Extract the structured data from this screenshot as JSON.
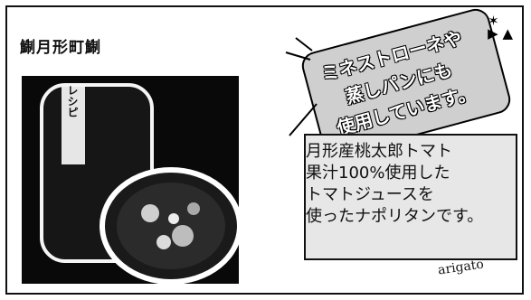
{
  "header": {
    "title": "鯯月形町鯯"
  },
  "callout": {
    "lines": "ミネストローネや\n蒸しパンにも\n使用しています。"
  },
  "note": {
    "lines": "月形産桃太郎トマト\n果汁100%使用した\nトマトジュースを\n使ったナポリタンです。"
  },
  "photo": {
    "label": "レシピ"
  },
  "signature": {
    "text": "arigato"
  },
  "icons": {
    "sparkle": "sparkle-icon",
    "triangles": "triangle-icon"
  },
  "colors": {
    "photo_bg": "#0b0b0b",
    "bubble_fill": "#cfcfcf",
    "note_fill": "#e7e7e7"
  }
}
